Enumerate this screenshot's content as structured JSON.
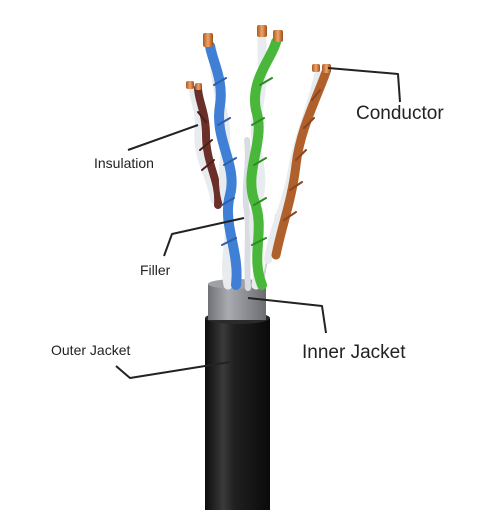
{
  "labels": {
    "conductor": "Conductor",
    "insulation": "Insulation",
    "filler": "Filler",
    "outer_jacket": "Outer Jacket",
    "inner_jacket": "Inner Jacket"
  },
  "colors": {
    "background": "#ffffff",
    "outer_jacket": "#1b1b1b",
    "inner_jacket": "#8e9095",
    "blue_pair": "#3f7fd6",
    "green_pair": "#49b83a",
    "orange_pair": "#b0602a",
    "brown_pair": "#6b2f2a",
    "white_stripe": "#e9ecef",
    "copper": "#d6874a",
    "leader_line": "#222222"
  }
}
